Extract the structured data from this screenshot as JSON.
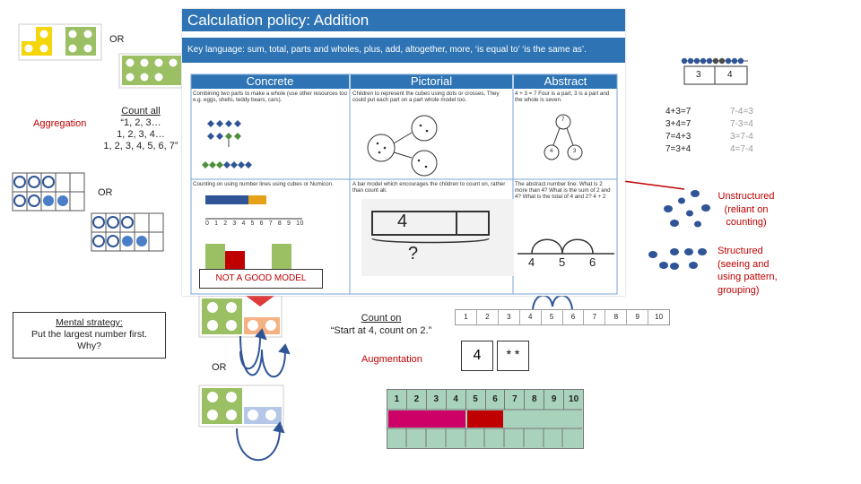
{
  "labels": {
    "or_top": "OR",
    "aggregation": "Aggregation",
    "count_all_head": "Count all",
    "count_all_line1": "“1, 2, 3…",
    "count_all_line2": "1, 2, 3, 4…",
    "count_all_line3": "1, 2, 3, 4, 5, 6, 7”",
    "or_mid": "OR",
    "not_good_model": "NOT A GOOD MODEL",
    "mental_strategy": "Mental strategy:",
    "mental_line2": "Put the largest number first.",
    "mental_line3": "Why?",
    "or_bottom": "OR",
    "count_on_head": "Count on",
    "count_on_line": "“Start at 4, count on 2.”",
    "augmentation": "Augmentation",
    "four_box": "4",
    "stars_box": "* *",
    "unstructured": [
      "Unstructured",
      "(reliant on",
      "counting)"
    ],
    "structured": [
      "Structured",
      "(seeing and",
      "using pattern,",
      "grouping)"
    ]
  },
  "facts_black": [
    "4+3=7",
    "3+4=7",
    "7=4+3",
    "7=3+4"
  ],
  "facts_grey": [
    "7-4=3",
    "7-3=4",
    "3=7-4",
    "4=7-4"
  ],
  "bar_model_top": {
    "left": "3",
    "right": "4"
  },
  "number_line_top": [
    "1",
    "2",
    "3",
    "4",
    "5",
    "6",
    "7",
    "8",
    "9",
    "10"
  ],
  "number_track": [
    "1",
    "2",
    "3",
    "4",
    "5",
    "6",
    "7",
    "8",
    "9",
    "10"
  ],
  "document": {
    "title": "Calculation policy: Addition",
    "key_language": "Key language: sum, total, parts and wholes, plus, add, altogether, more, ‘is equal to’ ‘is the same as’.",
    "columns": [
      "Concrete",
      "Pictorial",
      "Abstract"
    ],
    "row1": {
      "concrete": "Combining two parts to make a whole (use other resources too e.g. eggs, shells, teddy bears, cars).",
      "pictorial": "Children to represent the cubes using dots or crosses. They could put each part on a part whole model too.",
      "abstract": "4 + 3 = 7 Four is a part, 3 is a part and the whole is seven."
    },
    "row2": {
      "concrete": "Counting on using number lines using cubes or Numicon.",
      "pictorial": "A bar model which encourages the children to count on, rather than count all.",
      "abstract": "The abstract number line: What is 2 more than 4? What is the sum of 2 and 4? What is the total of 4 and 2? 4 + 2"
    },
    "bar_four": "4",
    "bar_q": "?",
    "nl_numbers": [
      "4",
      "5",
      "6"
    ],
    "pw_labels": [
      "7",
      "4",
      "3"
    ],
    "small_line_numbers": [
      "0",
      "1",
      "2",
      "3",
      "4",
      "5",
      "6",
      "7",
      "8",
      "9",
      "10"
    ]
  },
  "colors": {
    "blue": "#2e74b5",
    "red": "#c00000",
    "magenta": "#cc0066",
    "green": "#9bbf63",
    "yellow": "#f5d60a",
    "cube_blue": "#2f5597"
  }
}
